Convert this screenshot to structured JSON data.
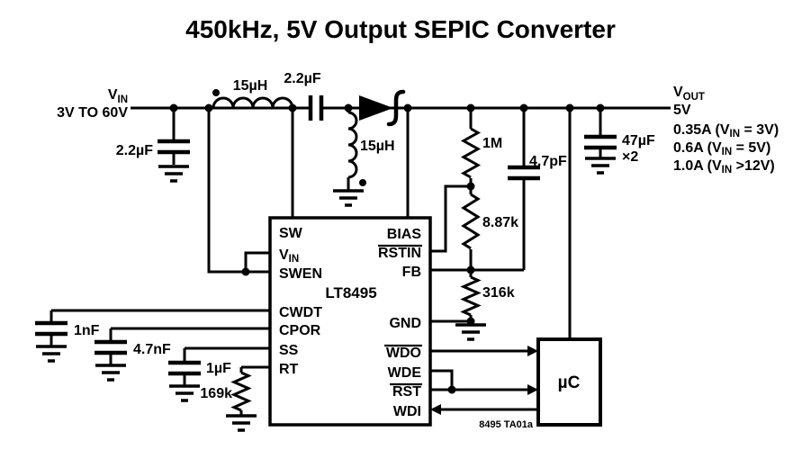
{
  "title": "450kHz, 5V Output SEPIC Converter",
  "colors": {
    "ic_fill": "#e9beb2",
    "wire": "#000000"
  },
  "source": {
    "vin_main": "V",
    "vin_sub": "IN",
    "range": "3V TO 60V"
  },
  "components": {
    "input_cap": "2.2µF",
    "l1": "15µH",
    "coupling_cap": "2.2µF",
    "l2": "15µH",
    "r_top": "1M",
    "r_mid": "8.87k",
    "r_bot": "316k",
    "c_ff": "4.7pF",
    "out_cap": "47µF",
    "out_cap_mult": "×2",
    "c_cwdt": "1nF",
    "c_cpor": "4.7nF",
    "c_ss": "1µF",
    "r_rt": "169k"
  },
  "ic": {
    "name": "LT8495",
    "pin_sw": "SW",
    "pin_vin_main": "V",
    "pin_vin_sub": "IN",
    "pin_swen": "SWEN",
    "pin_cwdt": "CWDT",
    "pin_cpor": "CPOR",
    "pin_ss": "SS",
    "pin_rt": "RT",
    "pin_bias": "BIAS",
    "pin_rstin": "RSTIN",
    "pin_fb": "FB",
    "pin_gnd": "GND",
    "pin_wdo": "WDO",
    "pin_wde": "WDE",
    "pin_rst": "RST",
    "pin_wdi": "WDI"
  },
  "micro": {
    "label": "µC"
  },
  "output": {
    "vout_main": "V",
    "vout_sub": "OUT",
    "voltage": "5V",
    "lines": [
      {
        "pre": "0.35A (V",
        "sub": "IN",
        "post": " = 3V)"
      },
      {
        "pre": "0.6A (V",
        "sub": "IN",
        "post": " = 5V)"
      },
      {
        "pre": "1.0A (V",
        "sub": "IN",
        "post": " >12V)"
      }
    ]
  },
  "fig_label": "8495 TA01a"
}
